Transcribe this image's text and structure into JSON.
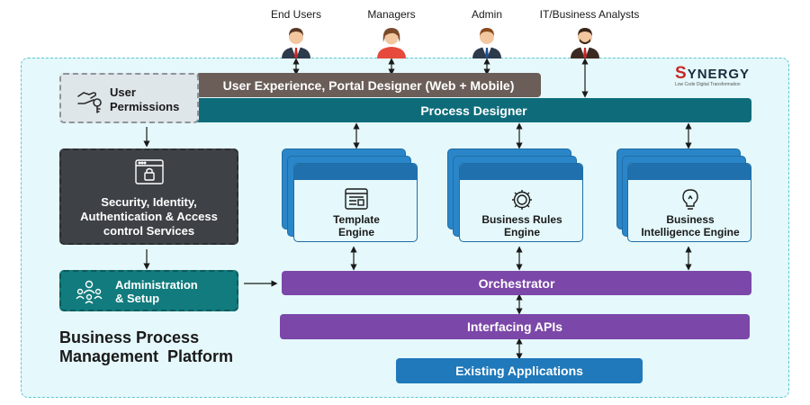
{
  "roles": [
    "End Users",
    "Managers",
    "Admin",
    "IT/Business Analysts"
  ],
  "brand": {
    "name": "SYNERGY",
    "tagline": "Low Code Digital Transformation",
    "color": "#c62828"
  },
  "user_permissions": {
    "label_line1": "User",
    "label_line2": "Permissions"
  },
  "ux_bar": {
    "label": "User Experience, Portal Designer (Web + Mobile)"
  },
  "process_designer": {
    "label": "Process Designer"
  },
  "security": {
    "line1": "Security, Identity,",
    "line2": "Authentication & Access",
    "line3": "control Services"
  },
  "engines": [
    {
      "line1": "Template",
      "line2": "Engine",
      "icon": "template-icon"
    },
    {
      "line1": "Business Rules",
      "line2": "Engine",
      "icon": "gear-icon"
    },
    {
      "line1": "Business",
      "line2": "Intelligence Engine",
      "icon": "lightbulb-icon"
    }
  ],
  "admin": {
    "line1": "Administration",
    "line2": "& Setup"
  },
  "orchestrator": {
    "label": "Orchestrator"
  },
  "interfacing": {
    "label": "Interfacing APIs"
  },
  "existing": {
    "label": "Existing Applications"
  },
  "platform_title": {
    "line1": "Business Process",
    "line2": "Management  Platform"
  },
  "colors": {
    "platform_bg": "#e5f8fb",
    "teal_bar": "#0e6c7a",
    "ux_bar": "#6b5e58",
    "purple": "#7b47a8",
    "blue": "#1f79ba",
    "dark_box": "#3e4246",
    "admin_box": "#127b7d"
  }
}
